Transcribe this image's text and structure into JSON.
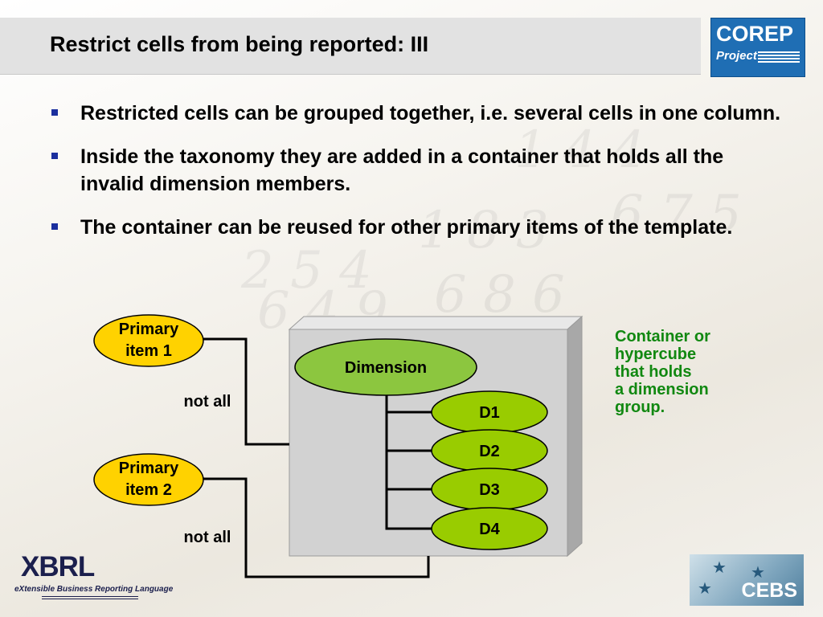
{
  "slide": {
    "title": "Restrict cells from being reported: III",
    "bullets": [
      "Restricted cells can be grouped together, i.e. several cells in one column.",
      "Inside the taxonomy they are added in a container that holds all the invalid dimension members.",
      "The container can be reused for other primary items of the template."
    ]
  },
  "diagram": {
    "primary_items": [
      {
        "line1": "Primary",
        "line2": "item 1"
      },
      {
        "line1": "Primary",
        "line2": "item 2"
      }
    ],
    "arc_labels": [
      "not all",
      "not all"
    ],
    "dimension": "Dimension",
    "members": [
      "D1",
      "D2",
      "D3",
      "D4"
    ],
    "note_lines": [
      "Container or",
      "hypercube",
      "that holds",
      "a dimension",
      "group."
    ],
    "colors": {
      "primary_fill": "#ffd200",
      "dimension_fill": "#8cc63f",
      "member_fill": "#99cc00",
      "note": "#118811",
      "container": "#d2d2d2"
    }
  },
  "logos": {
    "corep_title": "COREP",
    "corep_sub": "Project",
    "xbrl_big": "XBRL",
    "xbrl_small": "eXtensible Business Reporting Language",
    "cebs": "CEBS"
  }
}
